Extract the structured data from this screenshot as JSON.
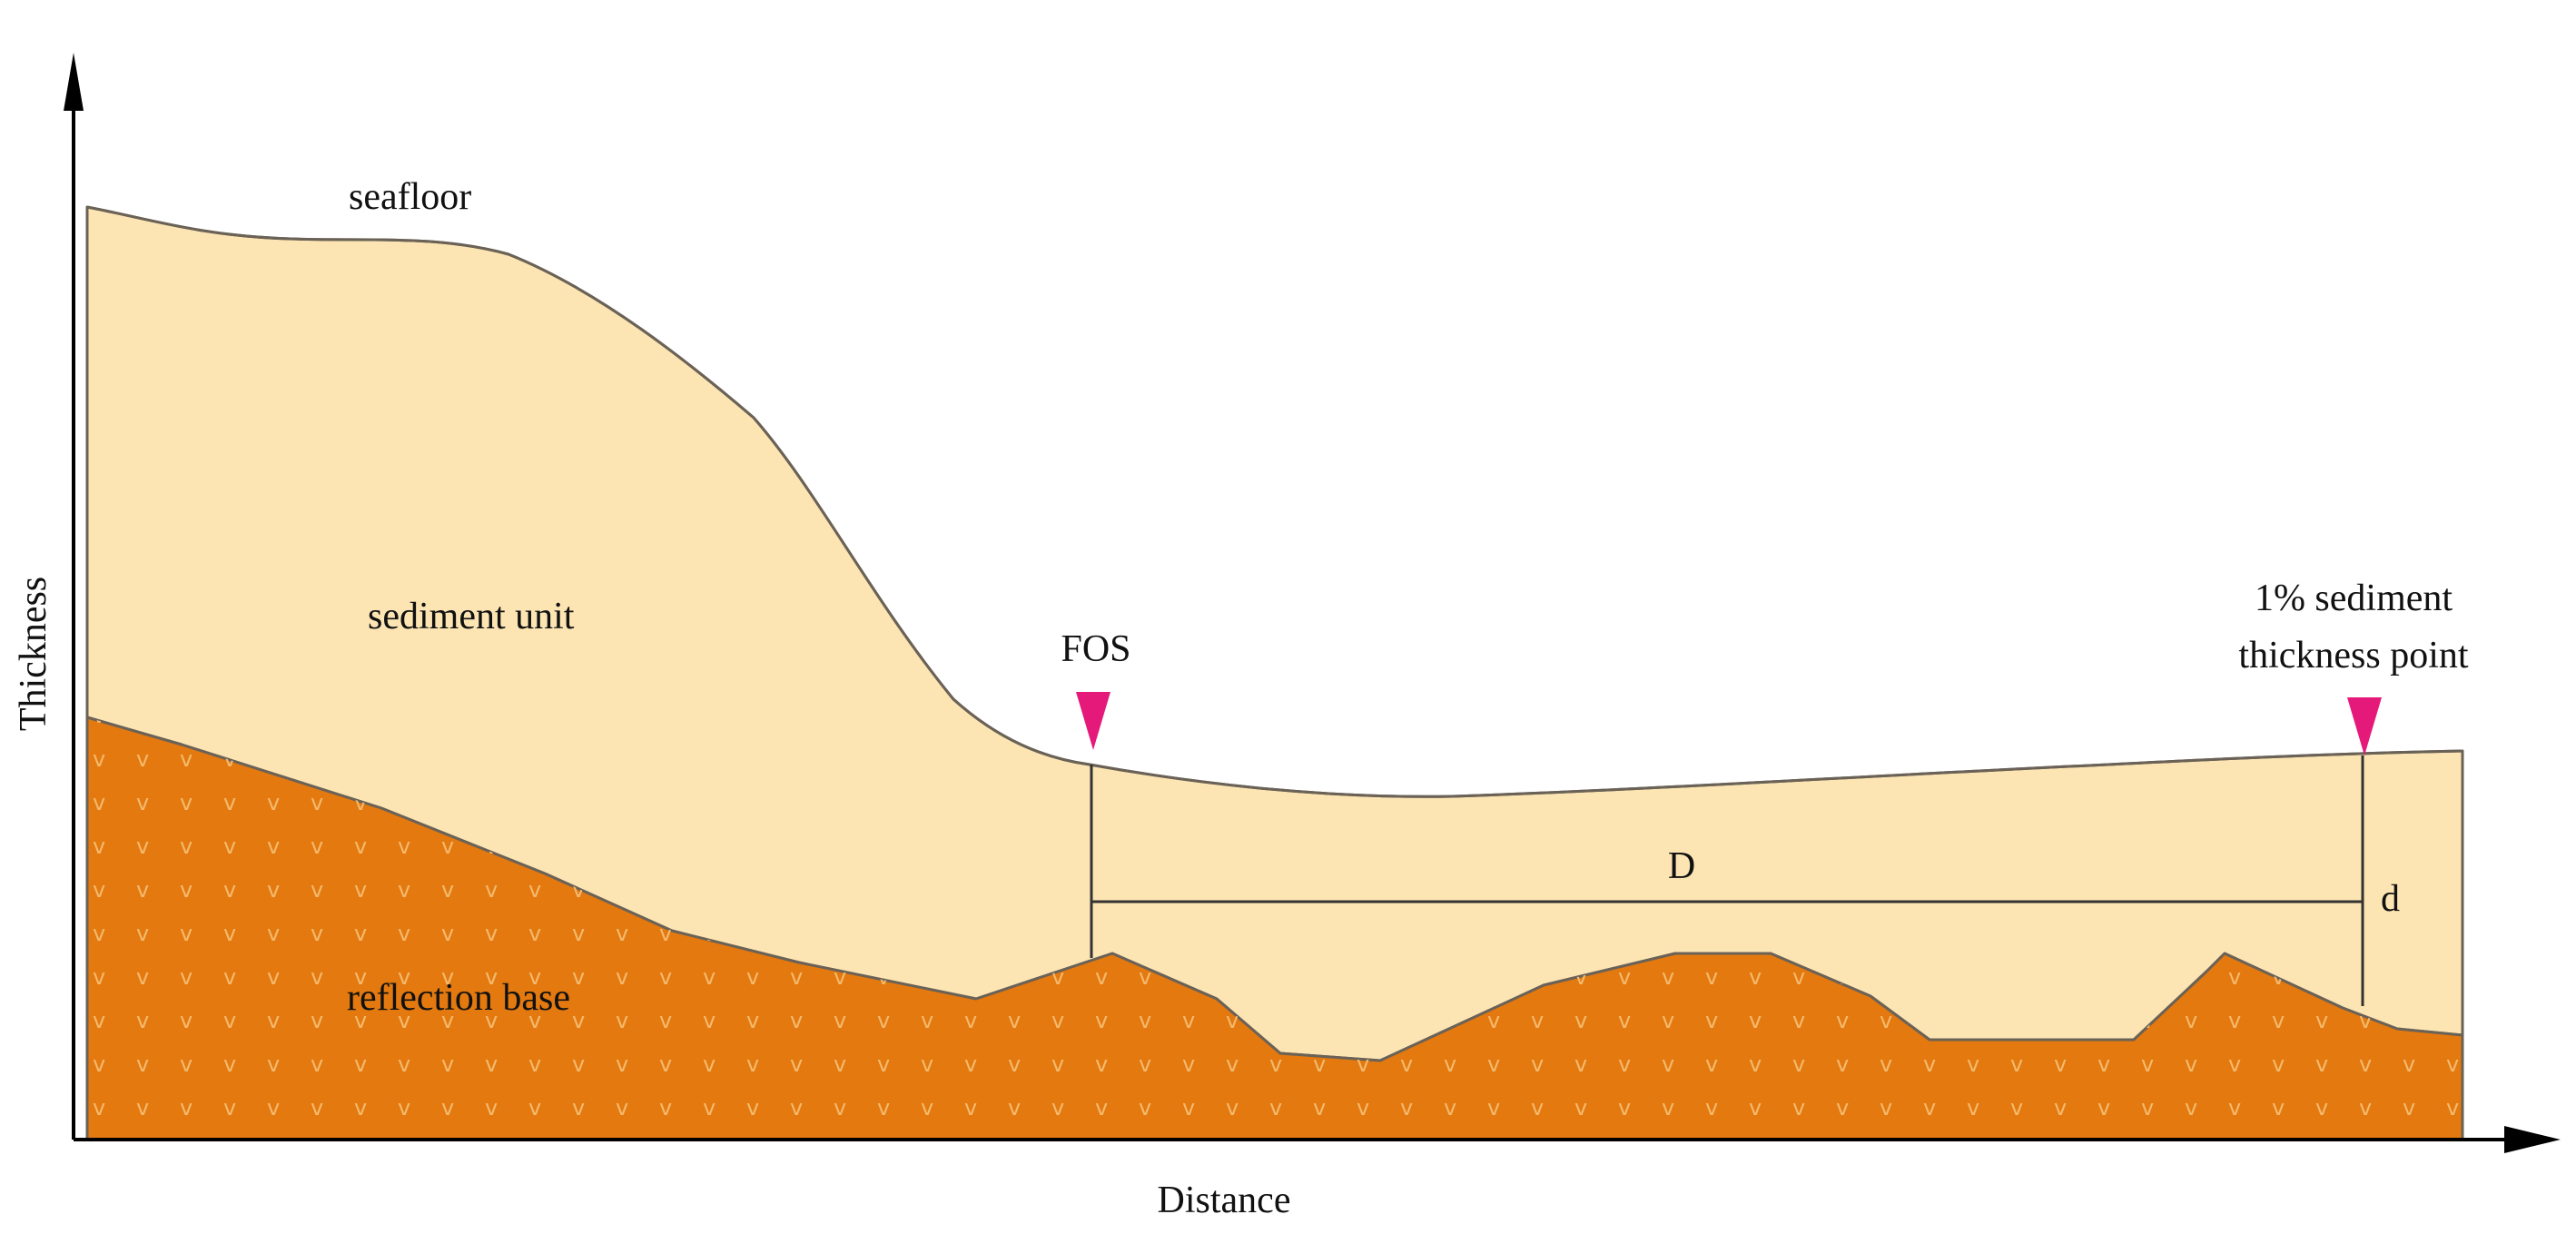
{
  "labels": {
    "seafloor": "seafloor",
    "sediment_unit": "sediment unit",
    "reflection_base": "reflection base",
    "fos": "FOS",
    "one_percent_line1": "1% sediment",
    "one_percent_line2": "thickness point",
    "big_d": "D",
    "small_d": "d",
    "x_axis": "Distance",
    "y_axis": "Thickness"
  },
  "colors": {
    "sediment_fill": "#fce5b3",
    "basement_fill": "#e3790f",
    "basement_pattern": "#f4b96c",
    "outline": "#6b6257",
    "marker": "#e5197a",
    "axis": "#000000",
    "line": "#333333"
  },
  "icons": {
    "fos_marker": "down-triangle-marker-icon",
    "one_percent_marker": "down-triangle-marker-icon",
    "y_arrow": "arrow-up-icon",
    "x_arrow": "arrow-right-icon"
  }
}
